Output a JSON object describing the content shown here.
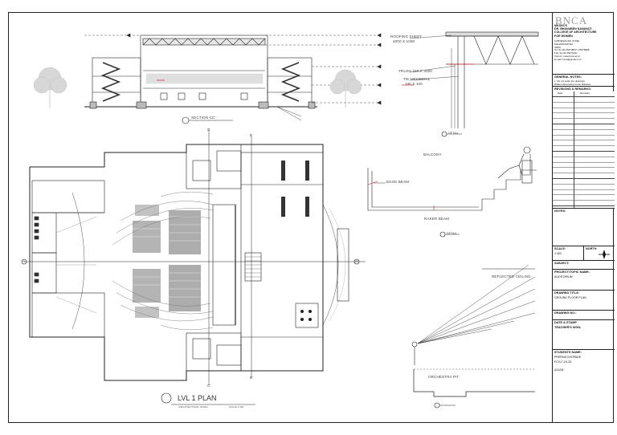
{
  "section_labels": {
    "roofing": "ROOFING SHEET",
    "roofing_size": "4000 X 1000",
    "truss": "TRUSS 150 X 2000",
    "tie": "TIE MEMBERS",
    "tie_size": "100 X 100",
    "section_title": "SECTION CC'",
    "detail_1": "DETAIL",
    "balcony": "BALCONY",
    "edge_beam": "EDGE BEAM",
    "raker_beam": "RAKER BEAM",
    "detail_2": "DETAIL",
    "reflected_ceiling": "REFLECTED CEILING",
    "orchestra_pit": "ORCHESTRA PIT"
  },
  "plan": {
    "title": "LVL 1 PLAN",
    "subtitle": "(ARCHITECTURAL LEVEL)",
    "scale_note": "SCALE 1:300",
    "grid_c_top": "C",
    "grid_c_bottom": "C'",
    "grid_b_top": "B",
    "grid_b_bottom": "B'",
    "grid_a_left": "A",
    "grid_a_right": "A'"
  },
  "title_block": {
    "logo": "BNCA",
    "college_1": "MKSSS'S",
    "college_2": "DR. BHANUBEN NANAVATI",
    "college_3": "COLLEGE OF ARCHITECTURE",
    "college_4": "FOR WOMEN",
    "addr_1": "KARVENAGAR, PUNE,",
    "addr_2": "MAHARASHTRA,",
    "addr_3": "INDIA",
    "tel": "Tel: 91-20-25473822 / 25478988",
    "fax": "Fax: 91-20-25476197",
    "web": "Visit us: www.bnca.ac.in",
    "email": "E-mail: bnca@gmail.com",
    "general_notes": "GENERAL NOTES:",
    "note_1": "1. Do not scale the drawings.",
    "note_2": "Written dimensions to be followed.",
    "revisions": "REVISIONS & REMARKS:",
    "col_date": "Date",
    "col_remarks": "Remarks",
    "notes": "NOTES:",
    "scale_label": "SCALE:",
    "scale_value": "1:300",
    "north_label": "NORTH",
    "subject_label": "SUBJECT:",
    "project_label": "PROJECT/TOPIC NAME:",
    "project_value": "AUDITORIUM",
    "drawing_title_label": "DRAWING TITLE:",
    "drawing_title_value": "GROUND FLOOR PLAN",
    "drawing_no_label": "DRAWING NO.:",
    "date_label": "DATE & STAMP",
    "teacher_label": "TEACHER'S SIGN:",
    "student_label": "STUDENTS NAME:",
    "student_name": "PRERNA CHOPADE",
    "course": "FCV-C-24-25",
    "roll": "A21/08"
  }
}
